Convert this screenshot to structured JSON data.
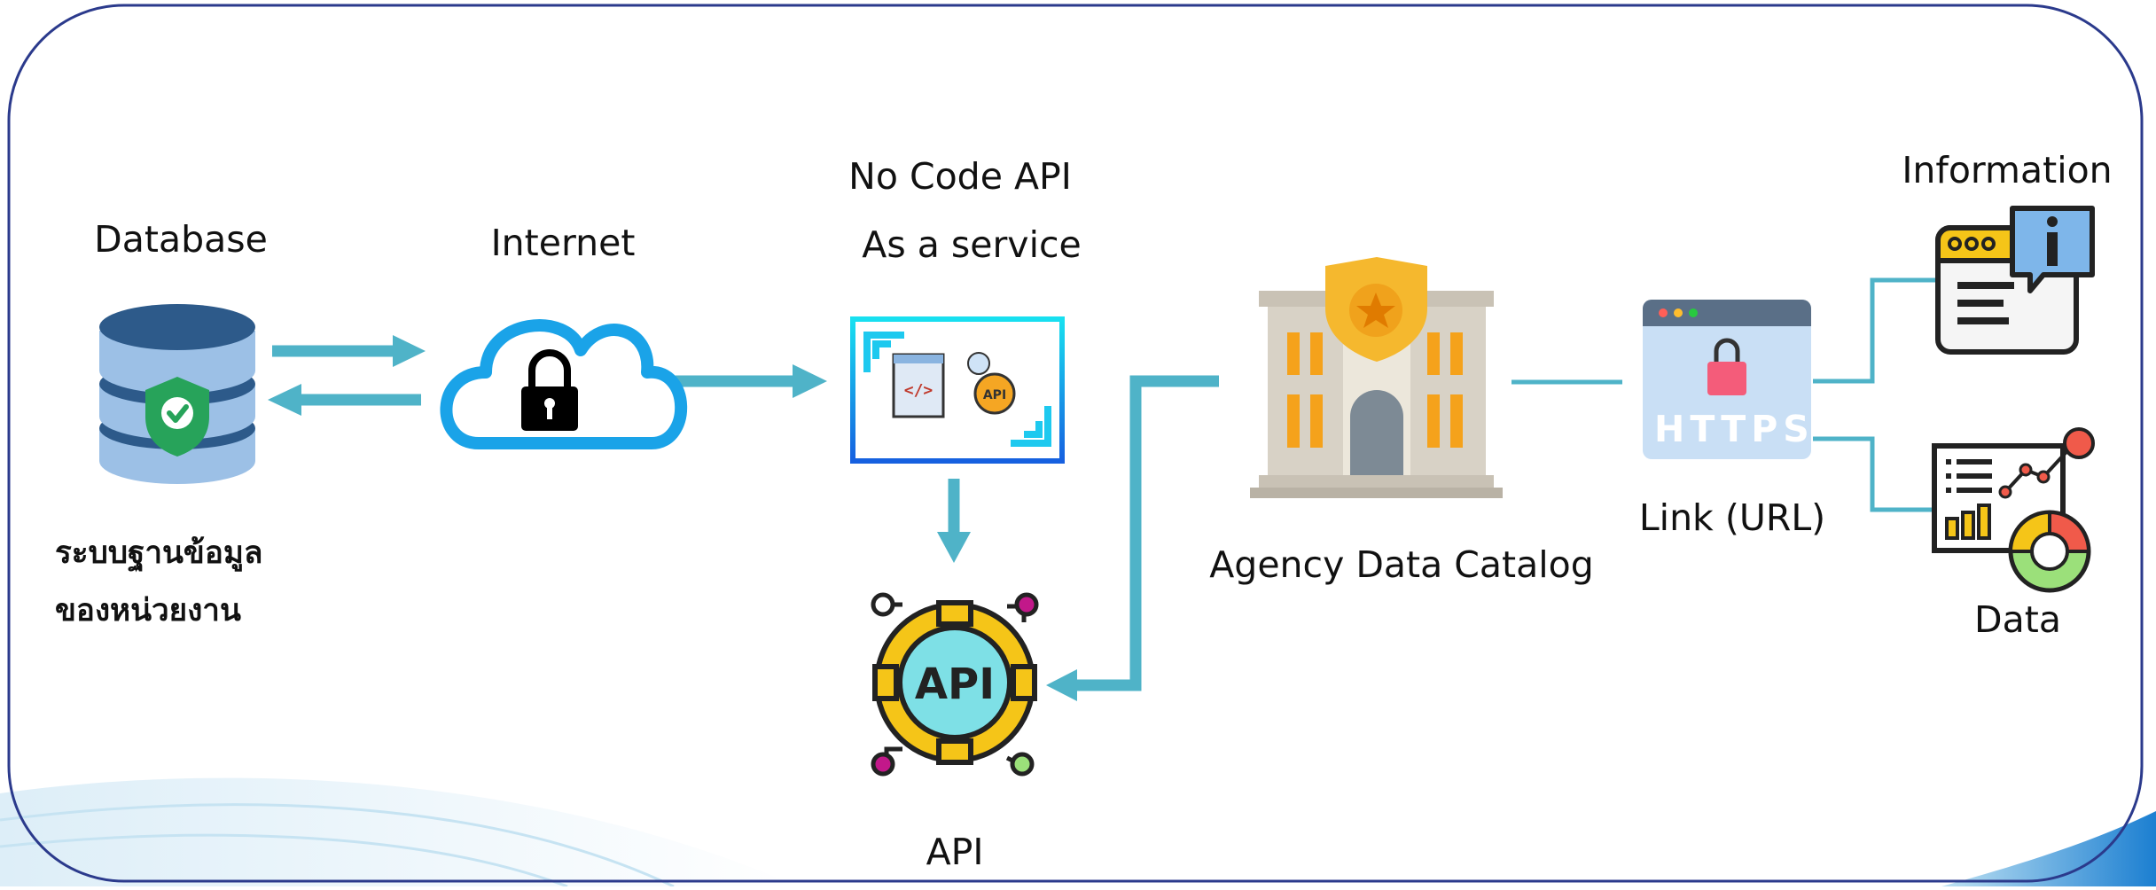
{
  "nodes": {
    "database": {
      "label": "Database",
      "caption_line1": "ระบบฐานข้อมูล",
      "caption_line2": "ของหน่วยงาน"
    },
    "internet": {
      "label": "Internet"
    },
    "no_code_api": {
      "label_line1": "No Code API",
      "label_line2": "As a service"
    },
    "api": {
      "label": "API",
      "gear_text": "API",
      "small_gear_text": "API"
    },
    "agency_catalog": {
      "label": "Agency Data Catalog"
    },
    "https_link": {
      "label": "Link (URL)",
      "badge_text": "HTTPS"
    },
    "information": {
      "label": "Information"
    },
    "data": {
      "label": "Data"
    }
  },
  "colors": {
    "frame": "#2b3a8c",
    "connector": "#4fb3c8",
    "cloud": "#1aa3e8",
    "db_top": "#2d5a8a",
    "db_body": "#9cc0e6",
    "shield": "#27a35a",
    "gear_yellow": "#f5c518",
    "building_stone": "#d8d2c6",
    "building_orange": "#f5a21b",
    "badge_gold": "#f5b82e",
    "https_bg": "#c9dff5"
  },
  "icons": [
    "database-icon",
    "shield-check-icon",
    "cloud-lock-icon",
    "no-code-api-icon",
    "api-gear-icon",
    "building-icon",
    "https-browser-icon",
    "information-icon",
    "data-report-icon"
  ]
}
